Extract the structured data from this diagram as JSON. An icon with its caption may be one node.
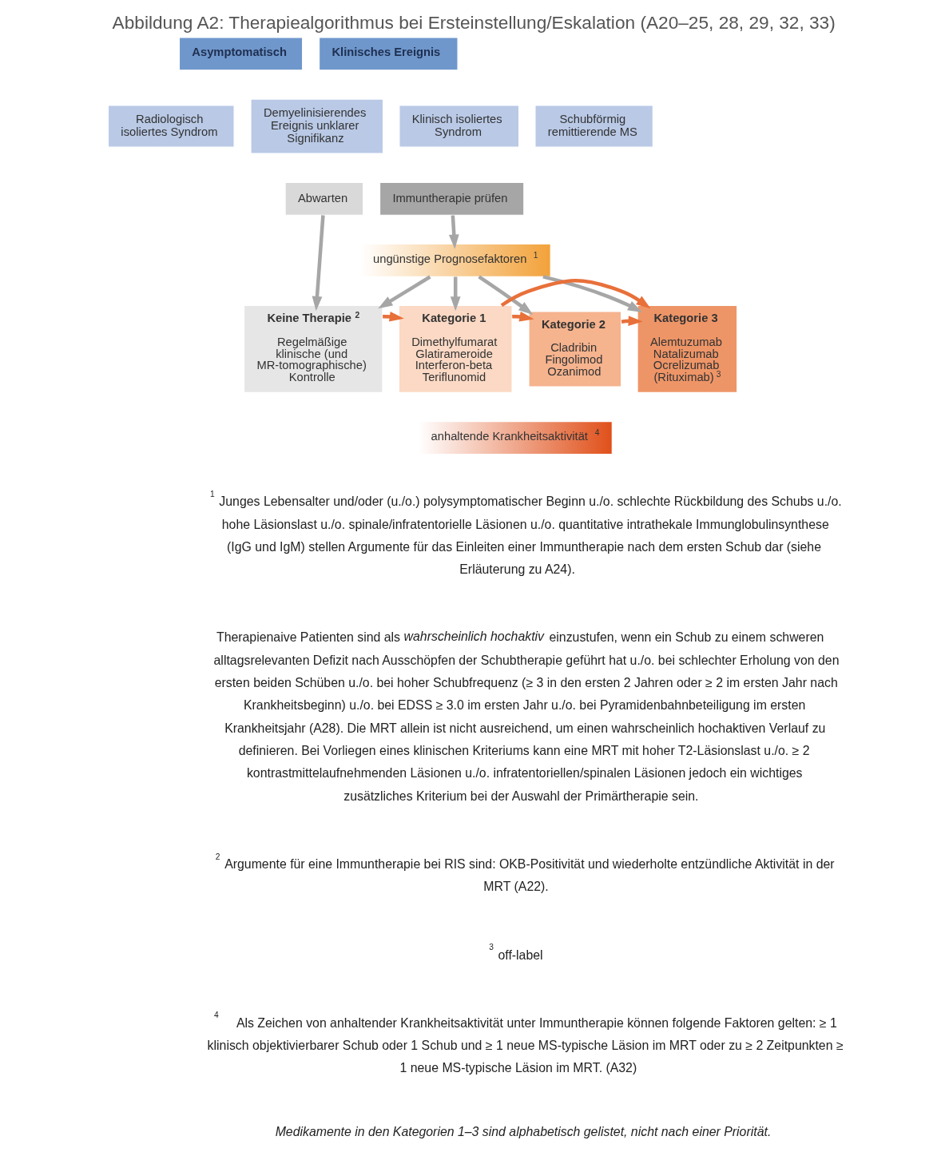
{
  "diagram": {
    "title": "Abbildung A2: Therapiealgorithmus bei Ersteinstellung/Eskalation (A20–25, 28, 29, 32, 33)",
    "nodes": [
      {
        "text": [
          "Asymptomatisch"
        ]
      },
      {
        "text": [
          "Klinisches Ereignis"
        ]
      },
      {
        "text": [
          "Radiologisch isoliertes Syndrom"
        ]
      },
      {
        "text": [
          "Demyelinisierendes Ereignis unklarer Signifikanz"
        ]
      },
      {
        "text": [
          "Klinisch isoliertes Syndrom"
        ]
      },
      {
        "text": [
          "Schubförmig remittierende MS"
        ]
      },
      {
        "text": [
          "Abwarten"
        ]
      },
      {
        "text": [
          "Immuntherapie prüfen"
        ]
      },
      {
        "text": [
          "ungünstige Prognosefaktoren$^{1}$"
        ]
      },
      {
        "text": [
          "Keine Therapie$^{2}$",
          "Regelmäßige klinische (und MR-tomographische) Kontrolle"
        ]
      },
      {
        "text": [
          "Kategorie 1",
          "Dimethylfumarat Glatirameroide Interferon-beta Teriflunomid"
        ]
      },
      {
        "text": [
          "Kategorie 2",
          "Cladribin Fingolimod Ozanimod"
        ]
      },
      {
        "text": [
          "Kategorie 3",
          "Alemtuzumab Natalizumab Ocrelizumab (Rituximab)$^{3}$"
        ]
      },
      {
        "text": [
          "anhaltende Krankheitsaktivität$^{4}$"
        ]
      }
    ],
    "edges": [
      {
        "from": 6,
        "to": 9,
        "arrow": "to"
      },
      {
        "from": 8,
        "to": 9,
        "arrow": "to"
      },
      {
        "from": 7,
        "to": 8,
        "arrow": "to"
      },
      {
        "from": 8,
        "to": 10,
        "arrow": "to"
      },
      {
        "from": 8,
        "to": 11,
        "arrow": "to"
      },
      {
        "from": 8,
        "to": 12,
        "arrow": "to"
      },
      {
        "from": 9,
        "to": 10,
        "arrow": "to",
        "color": "#e8703a"
      },
      {
        "from": 10,
        "to": 11,
        "arrow": "to",
        "color": "#e8703a"
      },
      {
        "from": 10,
        "to": 12,
        "arrow": "to",
        "color": "#e8703a"
      },
      {
        "from": 11,
        "to": 12,
        "arrow": "to",
        "color": "#e8703a"
      }
    ],
    "labels": [
      "$^{1}$ Junges Lebensalter und/oder (u./o.) polysymptomatischer Beginn u./o. schlechte Rückbildung des Schubs u./o. hohe Läsionslast u./o. spinale/infratentorielle Läsionen u./o. quantitative intrathekale Immunglobulinsynthese (IgG und IgM) stellen Argumente für das Einleiten einer Immuntherapie nach dem ersten Schub dar (siehe Erläuterung zu A24).",
      "Therapienaive Patienten sind als *wahrscheinlich hochaktiv* einzustufen, wenn ein Schub zu einem schweren alltagsrelevanten Defizit nach Ausschöpfen der Schubtherapie geführt hat u./o. bei schlechter Erholung von den ersten beiden Schüben u./o. bei hoher Schubfrequenz (≥ 3 in den ersten 2 Jahren oder ≥ 2 im ersten Jahr nach Krankheitsbeginn) u./o. bei EDSS ≥ 3.0 im ersten Jahr u./o. bei Pyramidenbahnbeteiligung im ersten Krankheitsjahr (A28). Die MRT allein ist nicht ausreichend, um einen wahrscheinlich hochaktiven Verlauf zu definieren. Bei Vorliegen eines klinischen Kriteriums kann eine MRT mit hoher T2-Läsionslast u./o. ≥ 2 kontrastmittelaufnehmenden Läsionen u./o. infratentoriellen/spinalen Läsionen jedoch ein wichtiges zusätzliches Kriterium bei der Auswahl der Primärtherapie sein.",
      "$^{2}$ Argumente für eine Immuntherapie bei RIS sind: OKB-Positivität und wiederholte entzündliche Aktivität in der MRT (A22).",
      "$^{3}$ off-label",
      "$^{4}$ Als Zeichen von anhaltender Krankheitsaktivität unter Immuntherapie können folgende Faktoren gelten: ≥ 1 klinisch objektivierbarer Schub oder 1 Schub und ≥ 1 neue MS-typische Läsion im MRT oder zu ≥ 2 Zeitpunkten ≥ 1 neue MS-typische Läsion im MRT. (A32)",
      "Medikamente in den Kategorien 1–3 sind alphabetisch gelistet, nicht nach einer Priorität."
    ]
  }
}
